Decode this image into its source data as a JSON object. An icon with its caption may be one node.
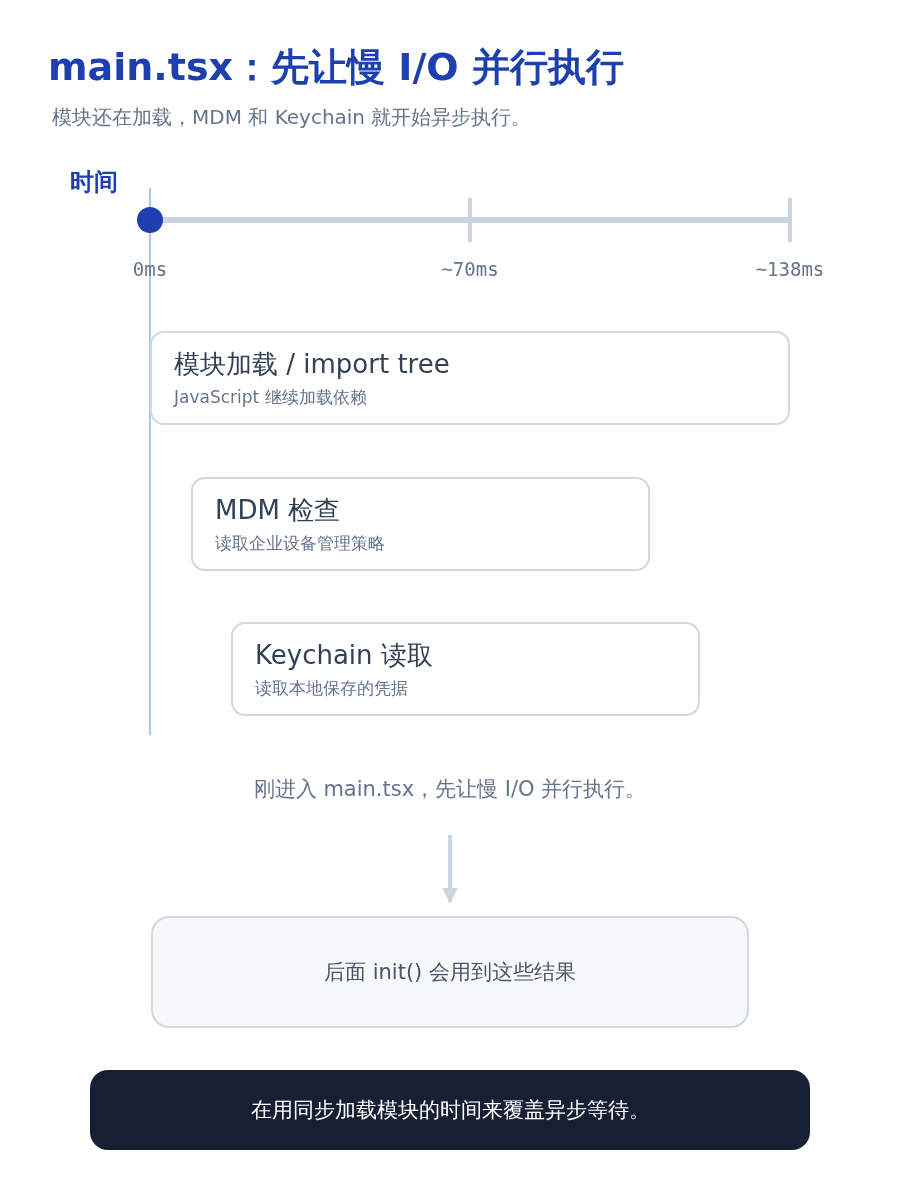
{
  "diagram": {
    "title": "main.tsx：先让慢 I/O 并行执行",
    "nodes": [
      {
        "text": [
          "模块加载 / import tree",
          "JavaScript 继续加载依赖"
        ]
      },
      {
        "text": [
          "MDM 检查",
          "读取企业设备管理策略"
        ]
      },
      {
        "text": [
          "Keychain 读取",
          "读取本地保存的凭据"
        ]
      },
      {
        "text": [
          "刚进入 main.tsx，先让慢 I/O 并行执行。"
        ]
      },
      {
        "text": [
          "后面 init() 会用到这些结果"
        ]
      },
      {
        "text": [
          "在用同步加载模块的时间来覆盖异步等待。"
        ]
      }
    ],
    "edges": [
      {
        "from": 3,
        "to": 4,
        "arrow": "to"
      }
    ],
    "labels": [
      "模块还在加载，MDM 和 Keychain 就开始异步执行。",
      "时间",
      "0ms",
      "~70ms",
      "~138ms"
    ]
  }
}
